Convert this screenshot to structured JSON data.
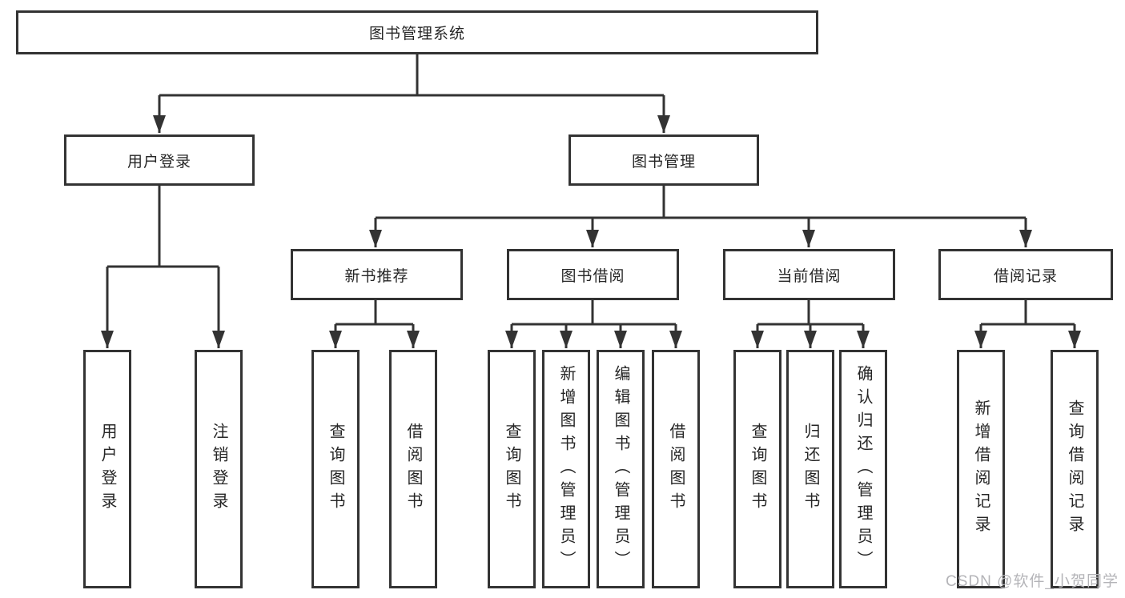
{
  "tree": {
    "root": "图书管理系统",
    "branches": [
      {
        "label": "用户登录",
        "leaves": [
          "用户登录",
          "注销登录"
        ]
      },
      {
        "label": "图书管理",
        "groups": [
          {
            "label": "新书推荐",
            "leaves": [
              "查询图书",
              "借阅图书"
            ]
          },
          {
            "label": "图书借阅",
            "leaves": [
              "查询图书",
              "新增图书（管理员）",
              "编辑图书（管理员）",
              "借阅图书"
            ]
          },
          {
            "label": "当前借阅",
            "leaves": [
              "查询图书",
              "归还图书",
              "确认归还（管理员）"
            ]
          },
          {
            "label": "借阅记录",
            "leaves": [
              "新增借阅记录",
              "查询借阅记录"
            ]
          }
        ]
      }
    ]
  },
  "watermark": "CSDN @软件_小贺同学",
  "colors": {
    "line": "#333333",
    "text": "#262626",
    "background": "#ffffff",
    "watermark": "#b4b4b8"
  }
}
